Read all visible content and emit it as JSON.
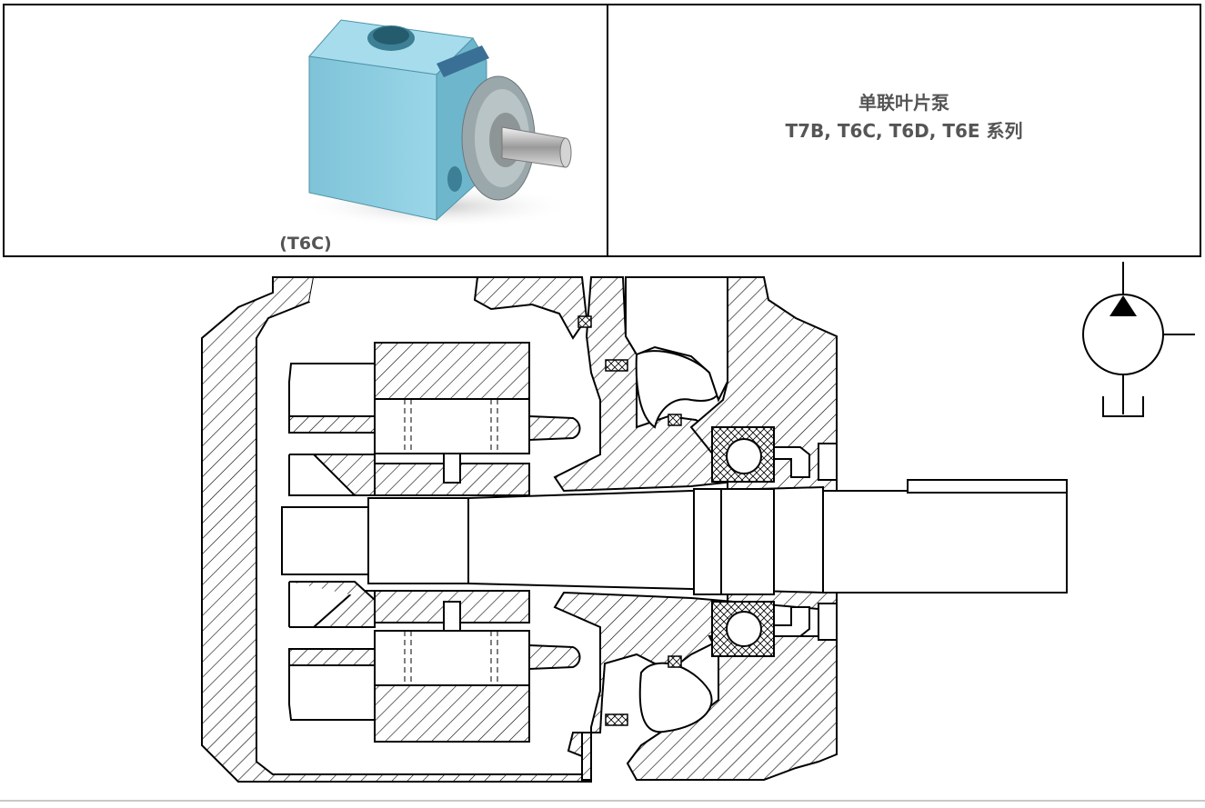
{
  "header": {
    "photo_caption": "(T6C)",
    "title_line1": "单联叶片泵",
    "title_line2": "T7B, T6C, T6D, T6E 系列"
  },
  "colors": {
    "pump_body": "#8ccde0",
    "pump_dark": "#5fa9c2",
    "text_gray": "#555555"
  },
  "icons": [
    "pump-photo",
    "vane-pump-section-drawing",
    "hydraulic-pump-symbol-icon"
  ]
}
